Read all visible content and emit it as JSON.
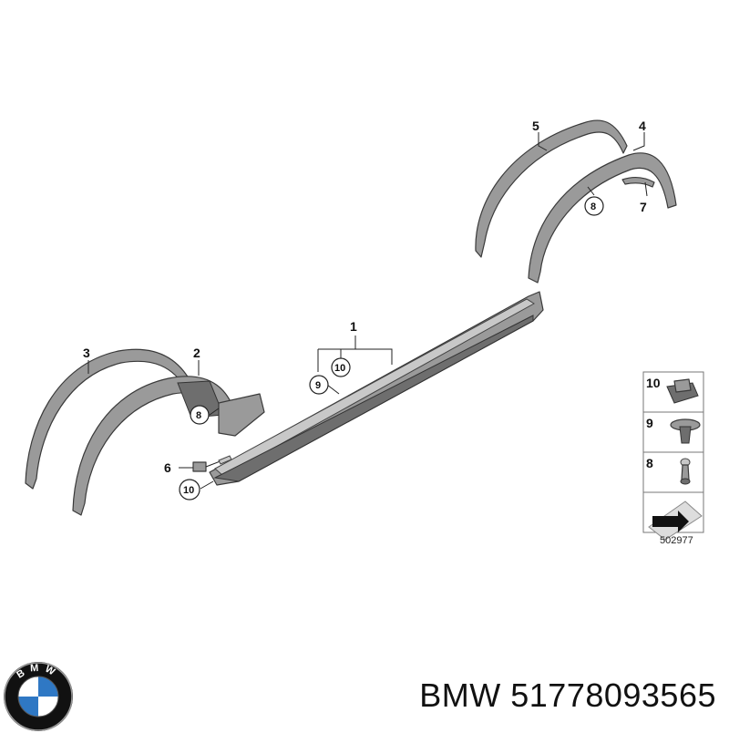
{
  "callouts": {
    "c1": "1",
    "c2": "2",
    "c3": "3",
    "c4": "4",
    "c5": "5",
    "c6": "6",
    "c7": "7",
    "c8a": "8",
    "c8b": "8",
    "c9": "9",
    "c10a": "10",
    "c10b": "10"
  },
  "legend": {
    "items": [
      {
        "number": "10",
        "icon": "clip-nut-icon"
      },
      {
        "number": "9",
        "icon": "expanding-rivet-icon"
      },
      {
        "number": "8",
        "icon": "push-pin-icon"
      }
    ],
    "ref_code": "502977"
  },
  "footer": {
    "brand": "BMW",
    "part_number": "51778093565",
    "logo_letters": "BMW"
  },
  "colors": {
    "part_fill": "#9a9a9a",
    "logo_blue": "#2f78c4",
    "logo_ring": "#111111"
  }
}
